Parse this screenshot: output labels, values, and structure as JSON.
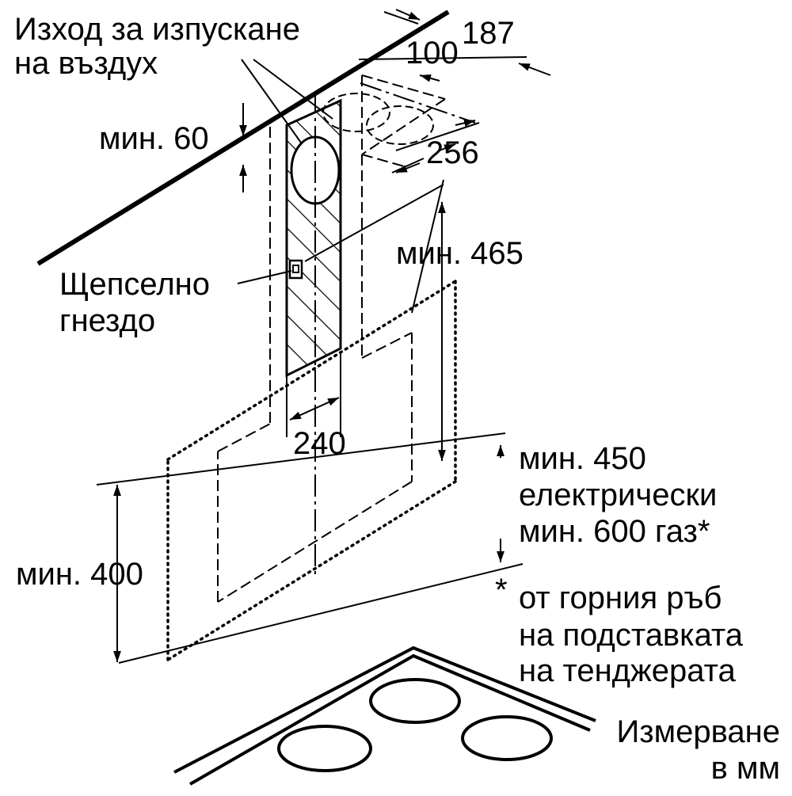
{
  "labels": {
    "air_outlet_1": "Изход за изпускане",
    "air_outlet_2": "на въздух",
    "dim_187": "187",
    "dim_100": "100",
    "dim_256": "256",
    "min_60": "мин. 60",
    "min_465": "мин. 465",
    "socket_1": "Щепселно",
    "socket_2": "гнездо",
    "dim_240": "240",
    "min_450_1": "мин. 450",
    "min_450_2": "електрически",
    "min_450_3": "мин. 600 газ*",
    "footnote_star": "*",
    "footnote_1": "от горния ръб",
    "footnote_2": "на подставката",
    "footnote_3": "на тенджерата",
    "min_400": "мин. 400",
    "units_1": "Измерване",
    "units_2": "в мм"
  }
}
